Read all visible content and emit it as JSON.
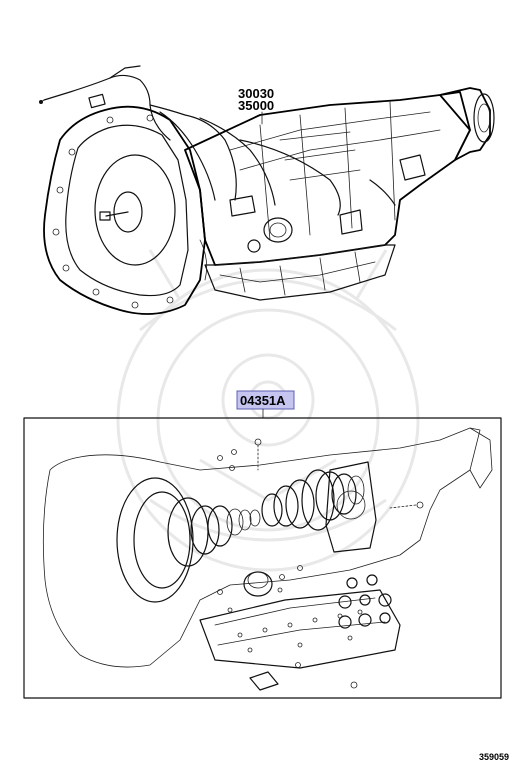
{
  "labels": {
    "transmission_part_1": "30030",
    "transmission_part_2": "35000",
    "gasket_kit_part": "04351A",
    "diagram_ref": "359059"
  },
  "colors": {
    "highlight": "#c5c5f0",
    "highlight_border": "#6060b0",
    "ink": "#111111",
    "watermark": "#e8e8e8"
  }
}
